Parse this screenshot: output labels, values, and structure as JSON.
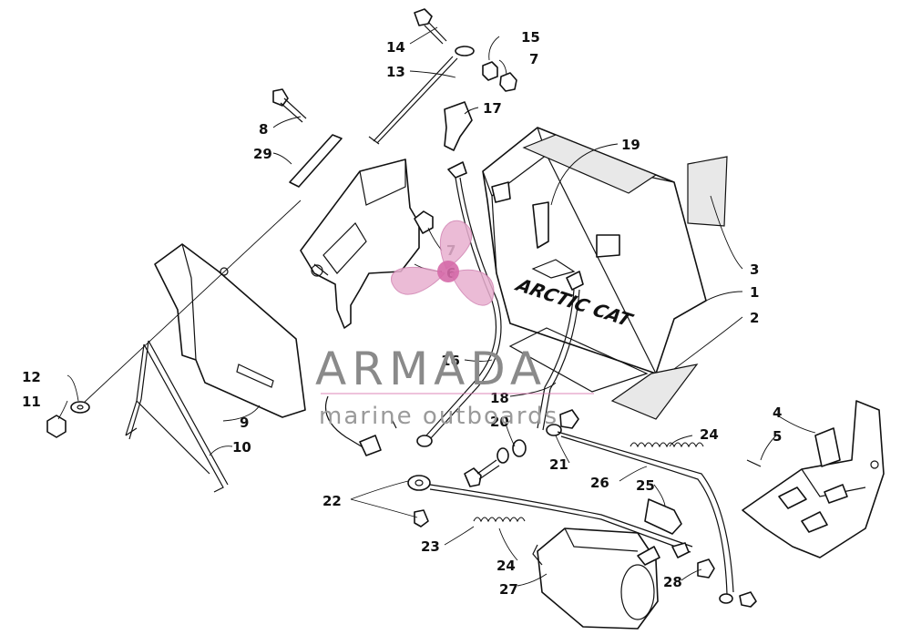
{
  "diagram": {
    "battery_brand_text": "ARCTIC CAT",
    "callouts": [
      "1",
      "2",
      "3",
      "4",
      "5",
      "6",
      "7",
      "7",
      "8",
      "9",
      "10",
      "11",
      "12",
      "13",
      "14",
      "15",
      "16",
      "17",
      "18",
      "19",
      "20",
      "21",
      "22",
      "23",
      "24",
      "24",
      "25",
      "26",
      "27",
      "28",
      "29"
    ]
  },
  "watermark": {
    "brand": "ARMADA",
    "tagline": "marine outboards"
  }
}
